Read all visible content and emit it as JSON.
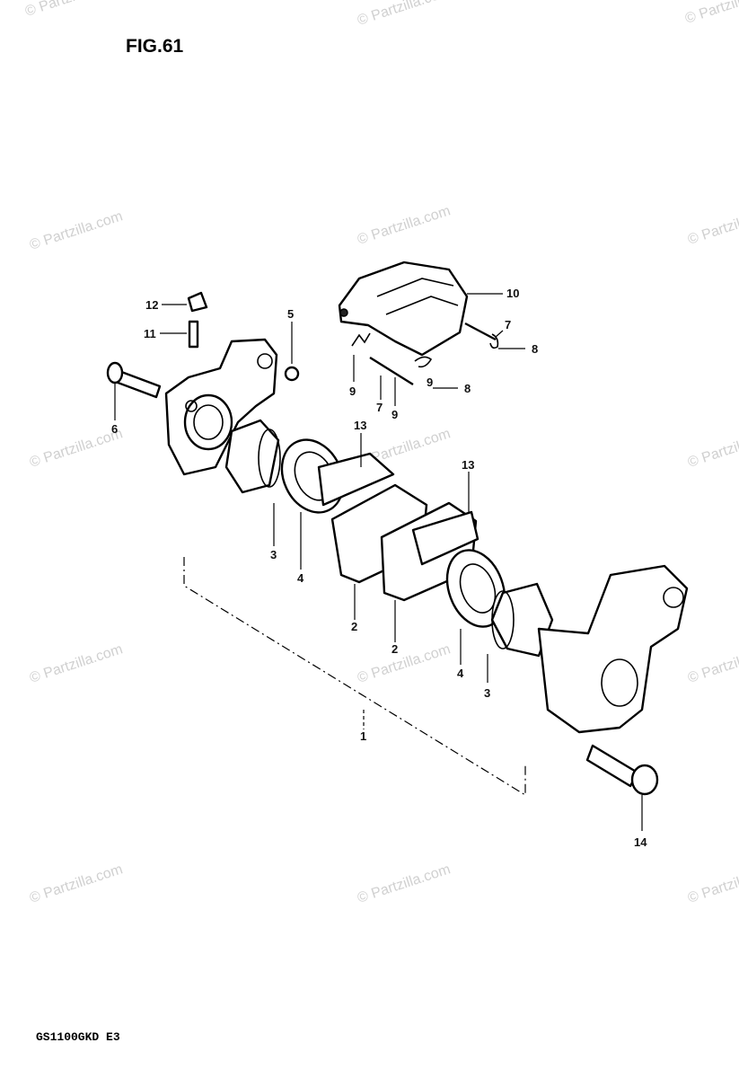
{
  "figure_label": "FIG.61",
  "model_code": "GS1100GKD  E3",
  "watermark": "© Partzilla.com",
  "callouts": {
    "c1": "1",
    "c2a": "2",
    "c2b": "2",
    "c3a": "3",
    "c3b": "3",
    "c4a": "4",
    "c4b": "4",
    "c5": "5",
    "c6": "6",
    "c7a": "7",
    "c7b": "7",
    "c8a": "8",
    "c8b": "8",
    "c9a": "9",
    "c9b": "9",
    "c9c": "9",
    "c10": "10",
    "c11": "11",
    "c12": "12",
    "c13a": "13",
    "c13b": "13",
    "c14": "14"
  }
}
